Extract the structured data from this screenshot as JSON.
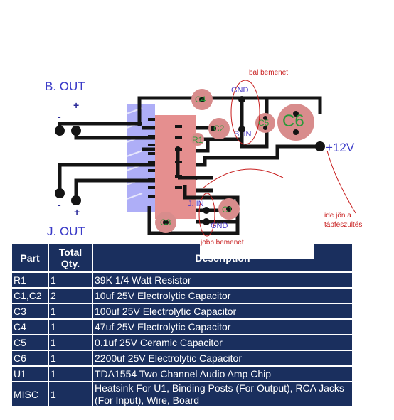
{
  "labels": {
    "b_out": "B. OUT",
    "j_out": "J. OUT",
    "plus_12v": "+12V",
    "bal_bemenet": "bal bemenet",
    "jobb_bemenet": "jobb bemenet",
    "note_line1": "ide jön a",
    "note_line2": "tápfeszültés",
    "gnd_top": "GND",
    "gnd_bottom": "GND",
    "b_in": "B. IN",
    "j_in": "J. IN",
    "c6": "C6",
    "c5": "C5",
    "c4": "C4",
    "c2": "C2",
    "c3": "C3",
    "c1": "C1",
    "r1": "R1",
    "plus": "+",
    "minus": "-"
  },
  "table": {
    "headers": [
      "Part",
      "Total Qty.",
      "Description"
    ],
    "rows": [
      {
        "part": "R1",
        "qty": "1",
        "desc": "39K 1/4 Watt Resistor"
      },
      {
        "part": "C1,C2",
        "qty": "2",
        "desc": "10uf 25V Electrolytic Capacitor"
      },
      {
        "part": "C3",
        "qty": "1",
        "desc": "100uf 25V Electrolytic Capacitor"
      },
      {
        "part": "C4",
        "qty": "1",
        "desc": "47uf 25V Electrolytic Capacitor"
      },
      {
        "part": "C5",
        "qty": "1",
        "desc": "0.1uf 25V Ceramic Capacitor"
      },
      {
        "part": "C6",
        "qty": "1",
        "desc": "2200uf 25V Electrolytic Capacitor"
      },
      {
        "part": "U1",
        "qty": "1",
        "desc": "TDA1554 Two Channel Audio Amp Chip"
      },
      {
        "part": "MISC",
        "qty": "1",
        "desc": "Heatsink For U1, Binding Posts (For Output), RCA Jacks (For Input), Wire, Board"
      }
    ]
  },
  "colors": {
    "trace": "#141414",
    "chip": "#e07b7b",
    "heatsink": "#6b6bf0",
    "pad_fill": "#d88c8c",
    "annotation": "#c81e1e",
    "label_blue": "#3a3ac8",
    "table_bg": "#1a2f5e",
    "table_text": "#ffffff"
  }
}
